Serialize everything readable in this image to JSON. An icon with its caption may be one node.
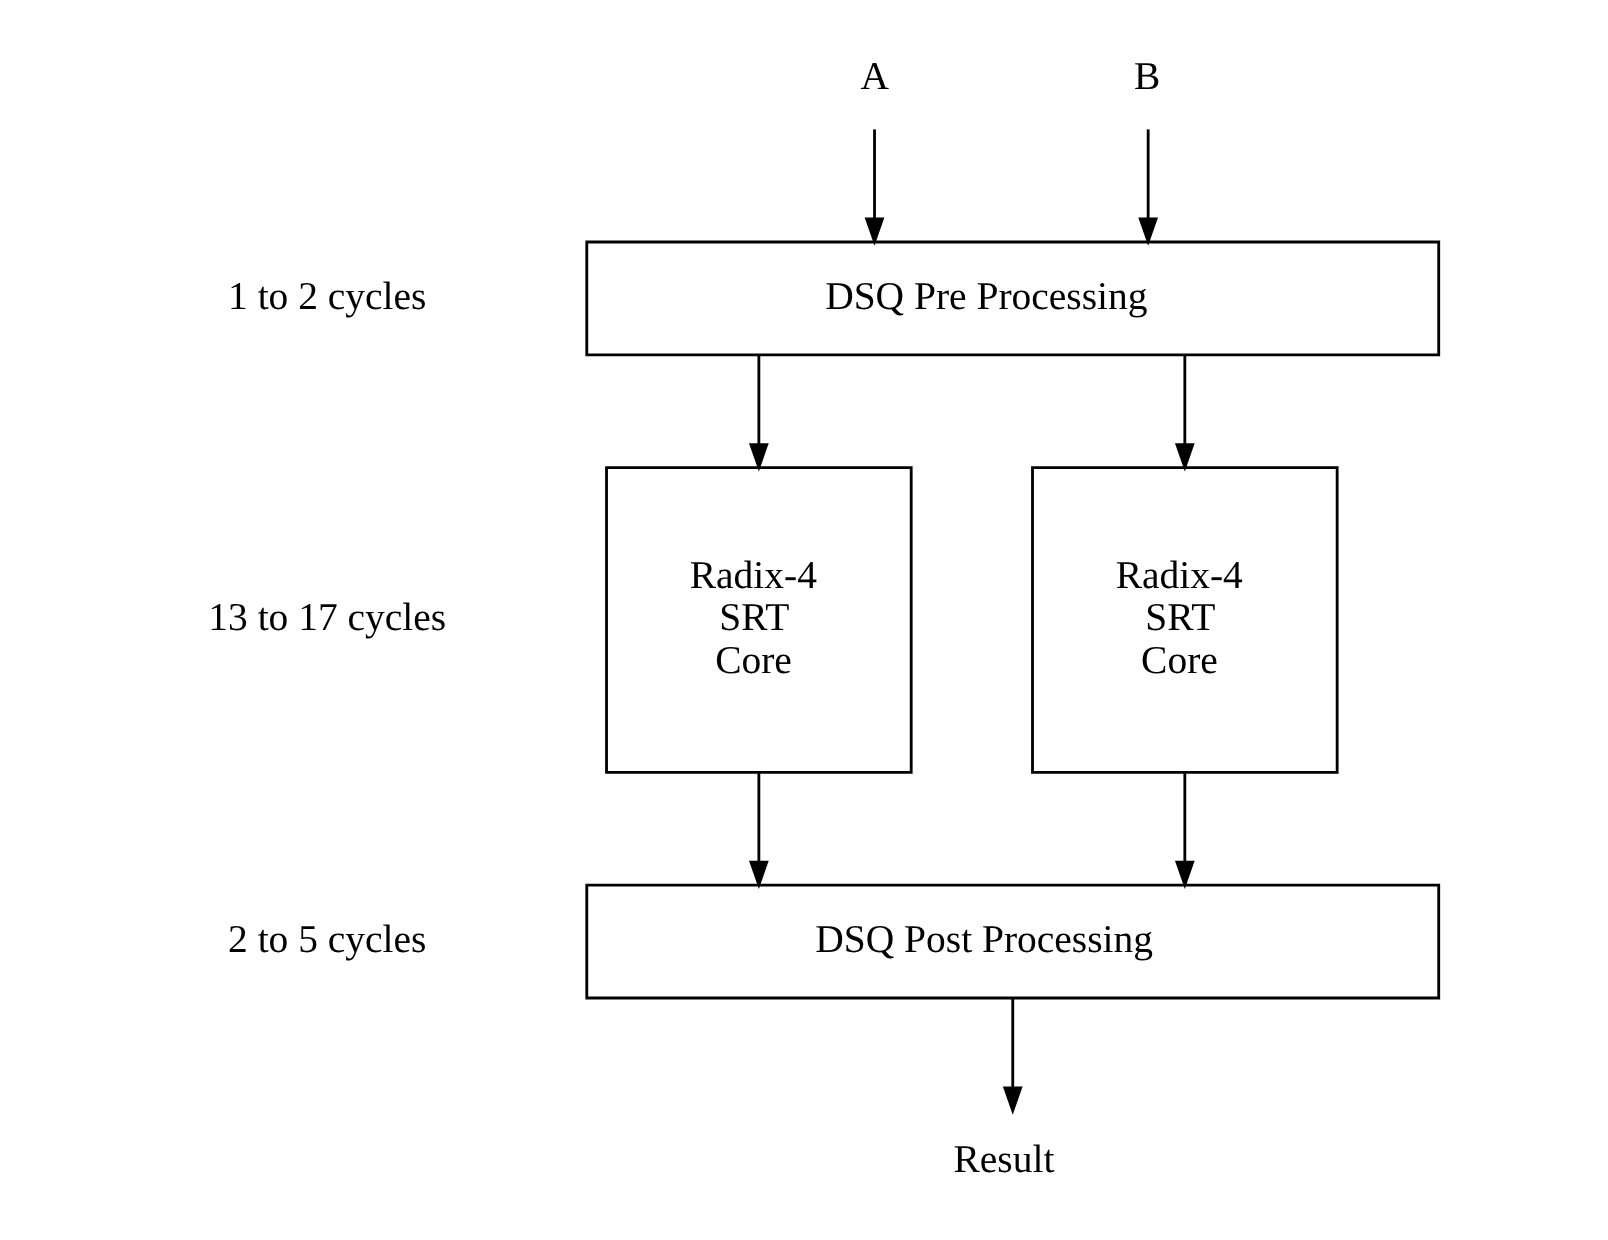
{
  "diagram": {
    "nodes": [
      {
        "text": [
          "A"
        ]
      },
      {
        "text": [
          "B"
        ]
      },
      {
        "text": [
          "DSQ Pre Processing"
        ]
      },
      {
        "text": [
          "Radix-4 SRT Core"
        ]
      },
      {
        "text": [
          "Radix-4 SRT Core"
        ]
      },
      {
        "text": [
          "DSQ Post Processing"
        ]
      },
      {
        "text": [
          "Result"
        ]
      }
    ],
    "edges": [
      {
        "from": 0,
        "to": 2,
        "arrow": "to"
      },
      {
        "from": 1,
        "to": 2,
        "arrow": "to"
      },
      {
        "from": 2,
        "to": 3,
        "arrow": "to"
      },
      {
        "from": 2,
        "to": 4,
        "arrow": "to"
      },
      {
        "from": 3,
        "to": 5,
        "arrow": "to"
      },
      {
        "from": 4,
        "to": 5,
        "arrow": "to"
      },
      {
        "from": 5,
        "to": 6,
        "arrow": "to"
      }
    ],
    "labels": [
      "1 to 2 cycles",
      "13 to 17 cycles",
      "2 to 5 cycles"
    ]
  }
}
